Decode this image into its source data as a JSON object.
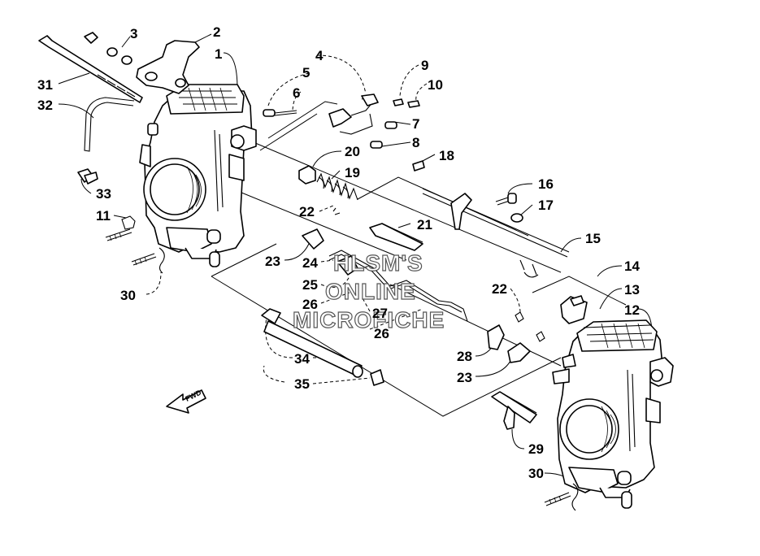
{
  "diagram": {
    "callouts": [
      {
        "id": "c3",
        "text": "3"
      },
      {
        "id": "c2",
        "text": "2"
      },
      {
        "id": "c1",
        "text": "1"
      },
      {
        "id": "c31",
        "text": "31"
      },
      {
        "id": "c32",
        "text": "32"
      },
      {
        "id": "c33",
        "text": "33"
      },
      {
        "id": "c11",
        "text": "11"
      },
      {
        "id": "c30a",
        "text": "30"
      },
      {
        "id": "c4",
        "text": "4"
      },
      {
        "id": "c5",
        "text": "5"
      },
      {
        "id": "c6",
        "text": "6"
      },
      {
        "id": "c7",
        "text": "7"
      },
      {
        "id": "c8",
        "text": "8"
      },
      {
        "id": "c9",
        "text": "9"
      },
      {
        "id": "c10",
        "text": "10"
      },
      {
        "id": "c18",
        "text": "18"
      },
      {
        "id": "c20",
        "text": "20"
      },
      {
        "id": "c19",
        "text": "19"
      },
      {
        "id": "c16",
        "text": "16"
      },
      {
        "id": "c17",
        "text": "17"
      },
      {
        "id": "c22a",
        "text": "22"
      },
      {
        "id": "c21",
        "text": "21"
      },
      {
        "id": "c15",
        "text": "15"
      },
      {
        "id": "c23a",
        "text": "23"
      },
      {
        "id": "c24",
        "text": "24"
      },
      {
        "id": "c25",
        "text": "25"
      },
      {
        "id": "c26a",
        "text": "26"
      },
      {
        "id": "c27",
        "text": "27"
      },
      {
        "id": "c26b",
        "text": "26"
      },
      {
        "id": "c14",
        "text": "14"
      },
      {
        "id": "c22b",
        "text": "22"
      },
      {
        "id": "c13",
        "text": "13"
      },
      {
        "id": "c12",
        "text": "12"
      },
      {
        "id": "c28",
        "text": "28"
      },
      {
        "id": "c23b",
        "text": "23"
      },
      {
        "id": "c34",
        "text": "34"
      },
      {
        "id": "c35",
        "text": "35"
      },
      {
        "id": "c29",
        "text": "29"
      },
      {
        "id": "c30b",
        "text": "30"
      }
    ],
    "watermark": [
      "HLSM'S",
      "ONLINE",
      "MICROFICHE"
    ],
    "fwd_label": "FWD"
  }
}
